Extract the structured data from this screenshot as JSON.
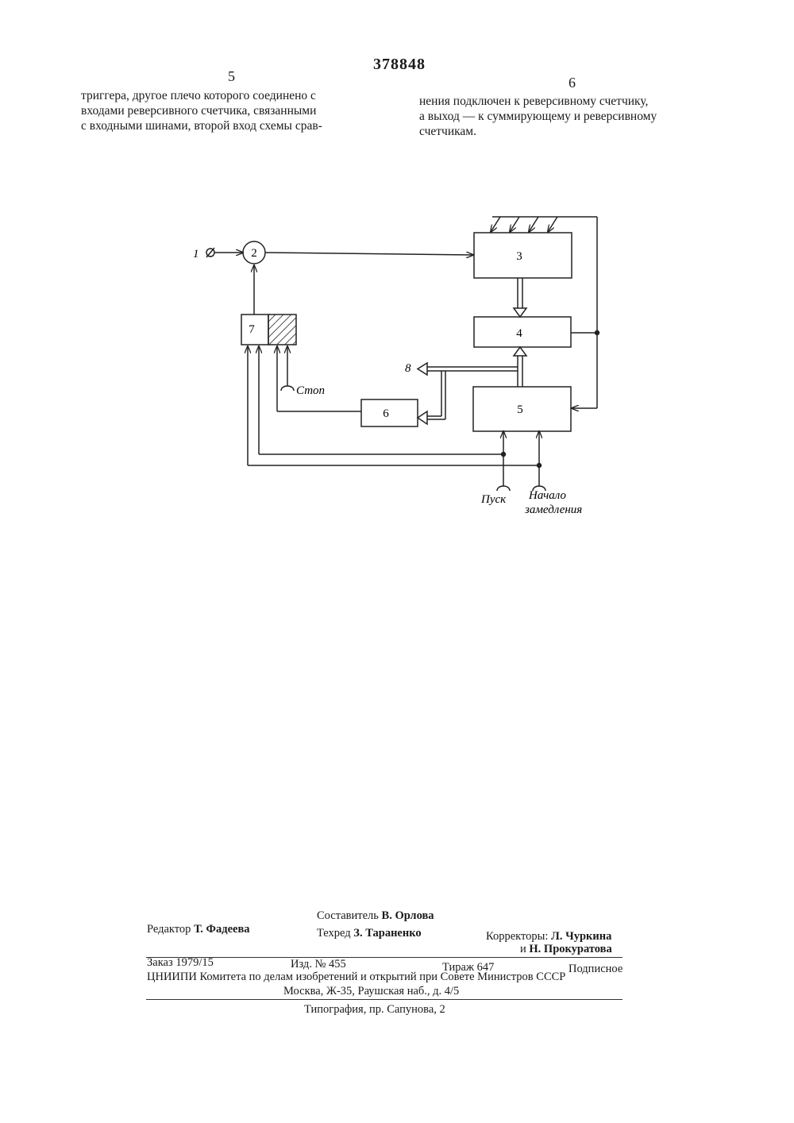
{
  "header": {
    "patent_number": "378848",
    "left_column_number": "5",
    "right_column_number": "6"
  },
  "left_column": {
    "lines": [
      "триггера, другое плечо которого соединено с",
      "входами реверсивного счетчика, связанными",
      "с входными шинами, второй вход схемы срав-"
    ]
  },
  "right_column": {
    "lines": [
      "нения подключен к реверсивному счетчику,",
      "а выход — к суммирующему и реверсивному",
      "счетчикам."
    ]
  },
  "diagram": {
    "input_label": "1",
    "blocks": {
      "b2": "2",
      "b3": "3",
      "b4": "4",
      "b5": "5",
      "b6": "6",
      "b7": "7"
    },
    "output_label": "8",
    "stop_label": "Стоп",
    "start_label": "Пуск",
    "decel_label_line1": "Начало",
    "decel_label_line2": "замедления"
  },
  "footer": {
    "compiler_label": "Составитель",
    "compiler_name": "В. Орлова",
    "editor_label": "Редактор",
    "editor_name": "Т. Фадеева",
    "techred_label": "Техред",
    "techred_name": "З. Тараненко",
    "correctors_label": "Корректоры:",
    "corrector1": "Л. Чуркина",
    "corrector2_prefix": "и",
    "corrector2": "Н. Прокуратова",
    "order": "Заказ 1979/15",
    "edition": "Изд. № 455",
    "circulation": "Тираж 647",
    "subscription": "Подписное",
    "org": "ЦНИИПИ Комитета по делам изобретений и открытий при Совете Министров СССР",
    "address": "Москва, Ж-35, Раушская наб., д. 4/5",
    "printing": "Типография, пр. Сапунова, 2"
  }
}
